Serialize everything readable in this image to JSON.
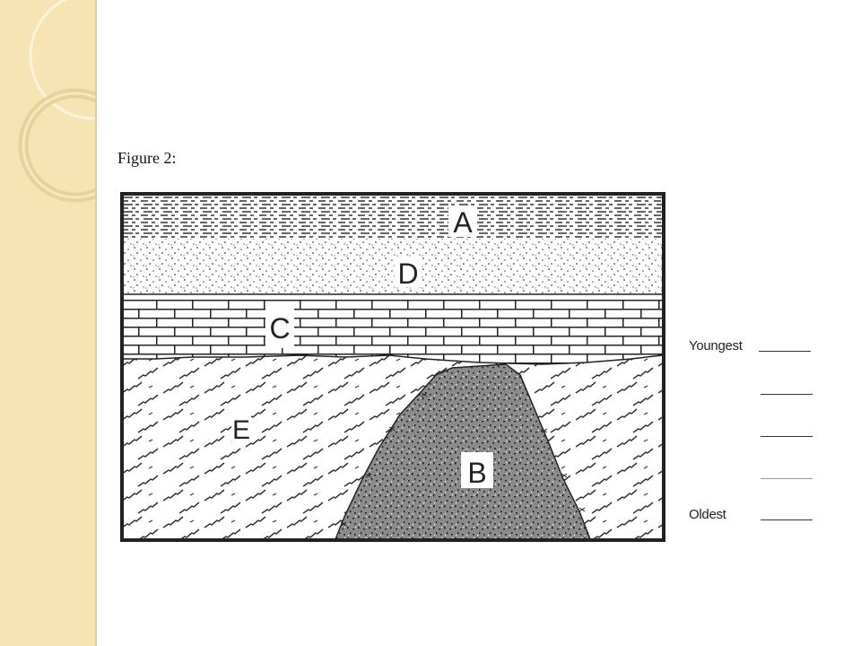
{
  "figure": {
    "title": "Figure 2:"
  },
  "diagram": {
    "layers": [
      {
        "label": "A",
        "pattern": "dashed shale"
      },
      {
        "label": "D",
        "pattern": "dotted sandstone"
      },
      {
        "label": "C",
        "pattern": "brick limestone"
      },
      {
        "label": "E",
        "pattern": "wavy schist"
      },
      {
        "label": "B",
        "pattern": "speckled igneous intrusion"
      }
    ]
  },
  "age_key": {
    "top_label": "Youngest",
    "bottom_label": "Oldest",
    "blank_count": 5
  },
  "colors": {
    "sidebar": "#f6e4b4",
    "intrusion": "#8b8b8b",
    "border": "#222222"
  }
}
